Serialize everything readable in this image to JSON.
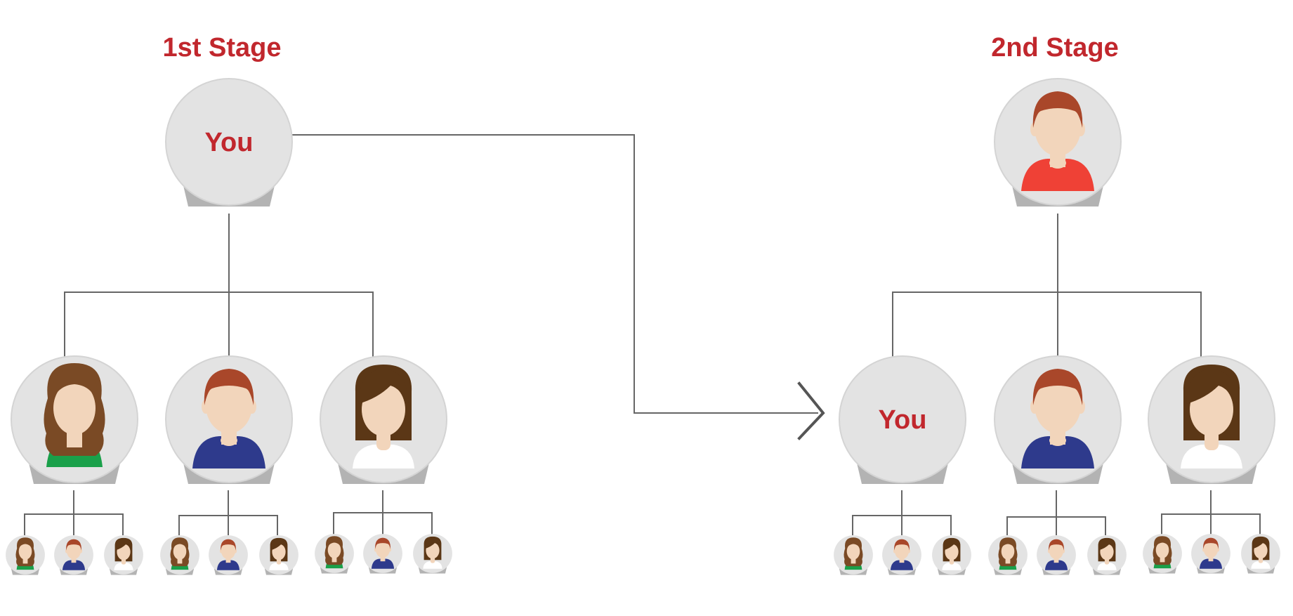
{
  "stages": [
    {
      "title": "1st Stage",
      "top_you_label": "You"
    },
    {
      "title": "2nd Stage",
      "mid_you_label": "You"
    }
  ],
  "colors": {
    "title": "#c1272d",
    "circle": "#e3e3e3",
    "base": "#b3b3b3",
    "line": "#666666",
    "skin": "#f2d5bb",
    "hair_auburn": "#a9472a",
    "hair_brown": "#7a4a25",
    "hair_dark": "#5b3716",
    "shirt_red": "#ef4136",
    "shirt_blue": "#2e3a8c",
    "shirt_green": "#1aa04a",
    "shirt_white": "#ffffff"
  },
  "icons": {
    "user": "user-avatar-icon",
    "arrow": "chevron-right-icon"
  }
}
